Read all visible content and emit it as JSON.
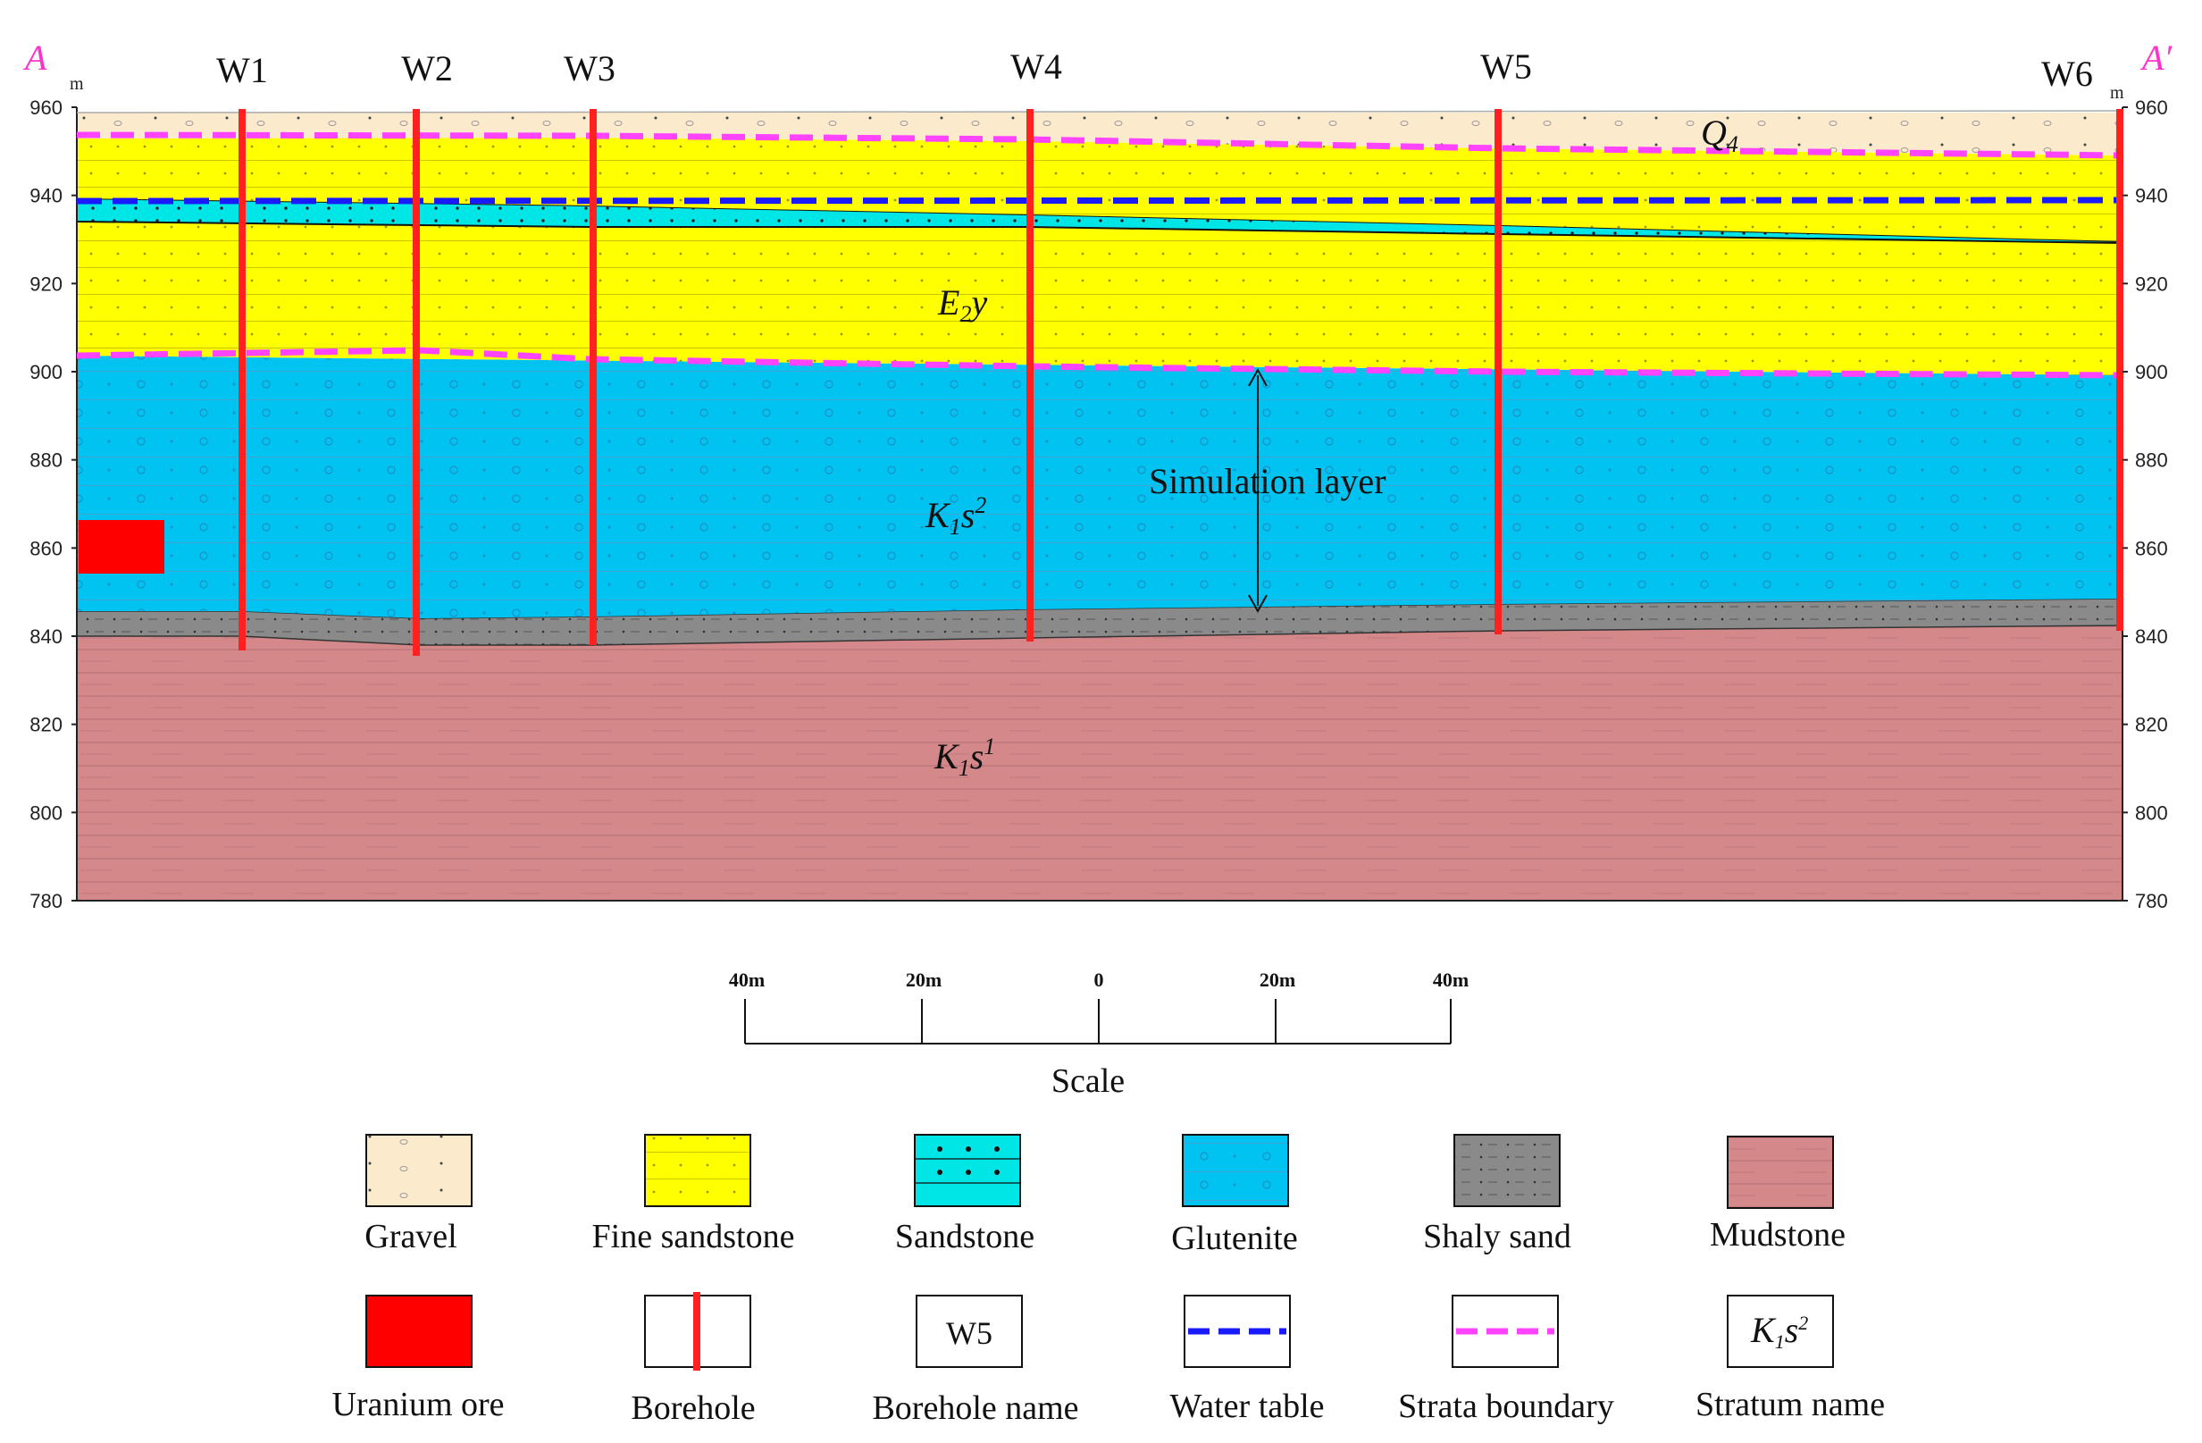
{
  "section": {
    "start_label": "A",
    "end_label": "A′",
    "unit": "m",
    "y_ticks": [
      "960",
      "940",
      "920",
      "900",
      "880",
      "860",
      "840",
      "820",
      "800",
      "780"
    ],
    "elevation_range_m": [
      780,
      960
    ]
  },
  "boreholes": [
    {
      "name": "W1"
    },
    {
      "name": "W2"
    },
    {
      "name": "W3"
    },
    {
      "name": "W4"
    },
    {
      "name": "W5"
    },
    {
      "name": "W6"
    }
  ],
  "strata": {
    "q4": {
      "base": "Q",
      "sub": "4"
    },
    "e2y": {
      "base": "E",
      "sub": "2",
      "tail": "y"
    },
    "k1s2": {
      "b1": "K",
      "s1": "1",
      "b2": "s",
      "sup": "2"
    },
    "k1s1": {
      "b1": "K",
      "s1": "1",
      "b2": "s",
      "sup": "1"
    }
  },
  "annotation": {
    "simulation_layer": "Simulation layer"
  },
  "scale": {
    "ticks": [
      "40m",
      "20m",
      "0",
      "20m",
      "40m"
    ],
    "label": "Scale"
  },
  "legend": {
    "gravel": "Gravel",
    "fine_sandstone": "Fine  sandstone",
    "sandstone": "Sandstone",
    "glutenite": "Glutenite",
    "shaly_sand": "Shaly  sand",
    "mudstone": "Mudstone",
    "uranium_ore": "Uranium  ore",
    "borehole": "Borehole",
    "borehole_name": "Borehole  name",
    "borehole_name_sample": "W5",
    "water_table": "Water  table",
    "strata_boundary": "Strata  boundary",
    "stratum_name": "Stratum  name",
    "stratum_sample": {
      "b1": "K",
      "s1": "1",
      "b2": "s",
      "sup": "2"
    }
  },
  "colors": {
    "gravel": "#fbeacc",
    "fine_sandstone": "#ffff00",
    "sandstone": "#00e5e5",
    "glutenite": "#00c3f2",
    "shaly_sand": "#8a8a8a",
    "mudstone": "#d4888a",
    "uranium_ore": "#ff0000",
    "borehole": "#ff2020",
    "water_table": "#1a1aff",
    "strata_boundary": "#ff44ff",
    "axis_label": "#ff33cc"
  }
}
